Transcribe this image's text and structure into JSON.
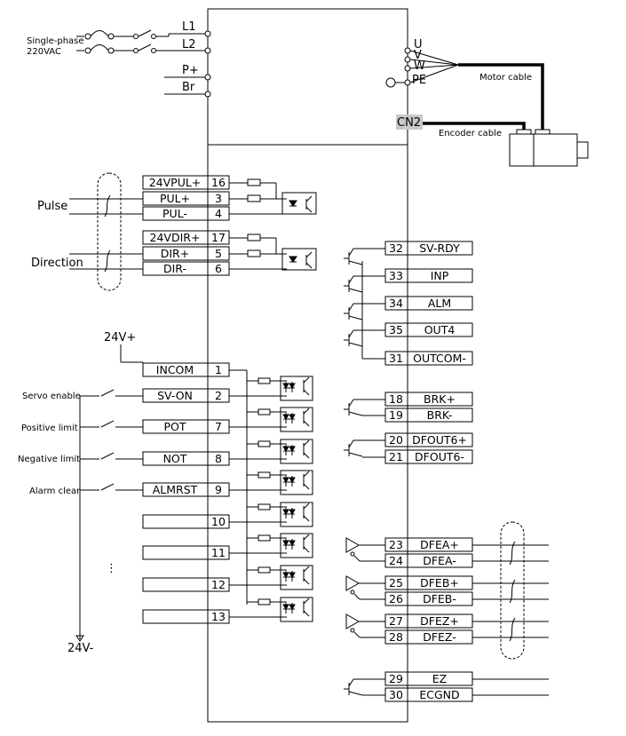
{
  "power": {
    "supply_label_1": "Single-phase",
    "supply_label_2": "220VAC",
    "L1": "L1",
    "L2": "L2",
    "Pplus": "P+",
    "Br": "Br"
  },
  "motor": {
    "U": "U",
    "V": "V",
    "W": "W",
    "PE": "PE",
    "ground_symbol": "⏚",
    "motor_cable": "Motor cable",
    "cn2": "CN2",
    "encoder_cable": "Encoder cable"
  },
  "signals": {
    "pulse": "Pulse",
    "direction": "Direction",
    "v24_plus": "24V+",
    "v24_minus": "24V-",
    "servo_enable": "Servo enable",
    "positive_limit": "Positive limit",
    "negative_limit": "Negative limit",
    "alarm_clear": "Alarm clear",
    "dots": "⋮"
  },
  "left_pins": [
    {
      "name": "24VPUL+",
      "num": "16"
    },
    {
      "name": "PUL+",
      "num": "3"
    },
    {
      "name": "PUL-",
      "num": "4"
    },
    {
      "name": "24VDIR+",
      "num": "17"
    },
    {
      "name": "DIR+",
      "num": "5"
    },
    {
      "name": "DIR-",
      "num": "6"
    },
    {
      "name": "INCOM",
      "num": "1"
    },
    {
      "name": "SV-ON",
      "num": "2"
    },
    {
      "name": "POT",
      "num": "7"
    },
    {
      "name": "NOT",
      "num": "8"
    },
    {
      "name": "ALMRST",
      "num": "9"
    },
    {
      "name": "",
      "num": "10"
    },
    {
      "name": "",
      "num": "11"
    },
    {
      "name": "",
      "num": "12"
    },
    {
      "name": "",
      "num": "13"
    }
  ],
  "right_pins": [
    {
      "num": "32",
      "name": "SV-RDY"
    },
    {
      "num": "33",
      "name": "INP"
    },
    {
      "num": "34",
      "name": "ALM"
    },
    {
      "num": "35",
      "name": "OUT4"
    },
    {
      "num": "31",
      "name": "OUTCOM-"
    },
    {
      "num": "18",
      "name": "BRK+"
    },
    {
      "num": "19",
      "name": "BRK-"
    },
    {
      "num": "20",
      "name": "DFOUT6+"
    },
    {
      "num": "21",
      "name": "DFOUT6-"
    },
    {
      "num": "23",
      "name": "DFEA+"
    },
    {
      "num": "24",
      "name": "DFEA-"
    },
    {
      "num": "25",
      "name": "DFEB+"
    },
    {
      "num": "26",
      "name": "DFEB-"
    },
    {
      "num": "27",
      "name": "DFEZ+"
    },
    {
      "num": "28",
      "name": "DFEZ-"
    },
    {
      "num": "29",
      "name": "EZ"
    },
    {
      "num": "30",
      "name": "ECGND"
    }
  ],
  "colors": {
    "line": "#000000",
    "cn2_fill": "#c8c8c8",
    "motor_fill": "#ffffff"
  }
}
